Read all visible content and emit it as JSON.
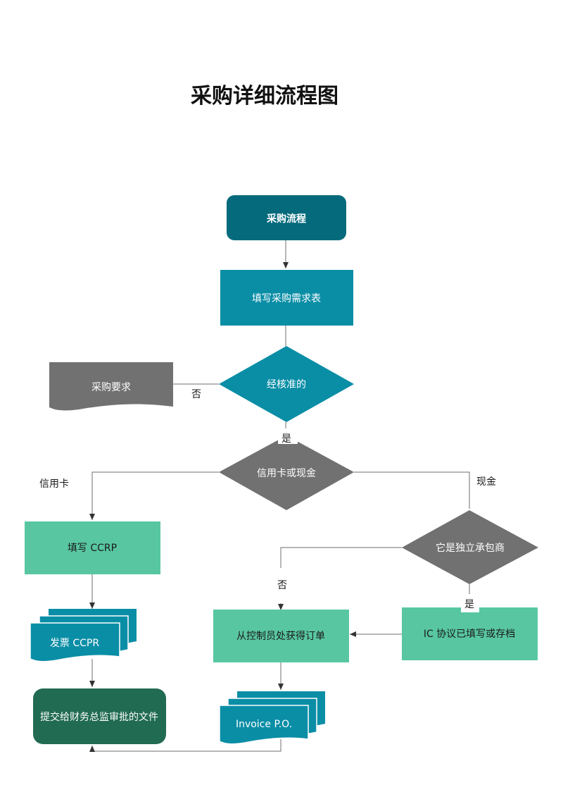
{
  "title": "采购详细流程图",
  "nodes": {
    "start": "采购流程",
    "fill_form": "填写采购需求表",
    "approved": "经核准的",
    "purchase_req": "采购要求",
    "payment_type": "信用卡或现金",
    "fill_ccrp": "填写 CCRP",
    "invoice_ccpr": "发票 CCPR",
    "submit_docs": "提交给财务总监审批的文件",
    "independent_contractor": "它是独立承包商",
    "get_order": "从控制员处获得订单",
    "ic_agreement": "IC 协议已填写或存档",
    "invoice_po": "Invoice P.O."
  },
  "edge_labels": {
    "no_approved": "否",
    "yes_approved": "是",
    "credit_card": "信用卡",
    "cash": "现金",
    "no_contractor": "否",
    "yes_contractor": "是"
  },
  "colors": {
    "dark_teal": "#046a7c",
    "teal": "#0a8ea6",
    "gray": "#717171",
    "mint": "#58c7a1",
    "dark_green": "#216b52",
    "line": "#6f6f6f"
  }
}
